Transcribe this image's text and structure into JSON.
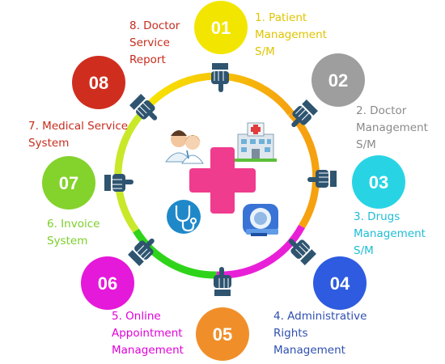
{
  "modules": [
    {
      "number": "01",
      "label": "1. Patient\nManagement\nS/M",
      "circle_color": "#f2e600",
      "text_color": "#e0c400"
    },
    {
      "number": "02",
      "label": "2. Doctor\nManagement\nS/M",
      "circle_color": "#9e9e9e",
      "text_color": "#8a8a8a"
    },
    {
      "number": "03",
      "label": "3. Drugs\nManagement\nS/M",
      "circle_color": "#28d4e4",
      "text_color": "#1fbcd6"
    },
    {
      "number": "04",
      "label": "4. Administrative\nRights\nManagement",
      "circle_color": "#2e5be0",
      "text_color": "#2f4fb0"
    },
    {
      "number": "05",
      "label": "5. Online\nAppointment\nManagement",
      "circle_color": "#f08f2a",
      "text_color": "#e000d8"
    },
    {
      "number": "06",
      "label": "6. Invoice\nSystem",
      "circle_color": "#e519d9",
      "text_color": "#7ccf2a"
    },
    {
      "number": "07",
      "label": "7. Medical Service\nSystem",
      "circle_color": "#84d22c",
      "text_color": "#c62c1e"
    },
    {
      "number": "08",
      "label": "8. Doctor\nService\nReport",
      "circle_color": "#cf2e1f",
      "text_color": "#c62c1e"
    }
  ],
  "ring_colors": [
    "#f7e800",
    "#f6a10f",
    "#e91fd8",
    "#2fd41a",
    "#b8e52e"
  ],
  "center": {
    "cross_color": "#ef3c8e",
    "icons": [
      "doctors-icon",
      "hospital-icon",
      "stethoscope-icon",
      "mri-scanner-icon"
    ]
  },
  "pointer": {
    "icon": "pointing-hand-icon",
    "color": "#2e5470"
  }
}
